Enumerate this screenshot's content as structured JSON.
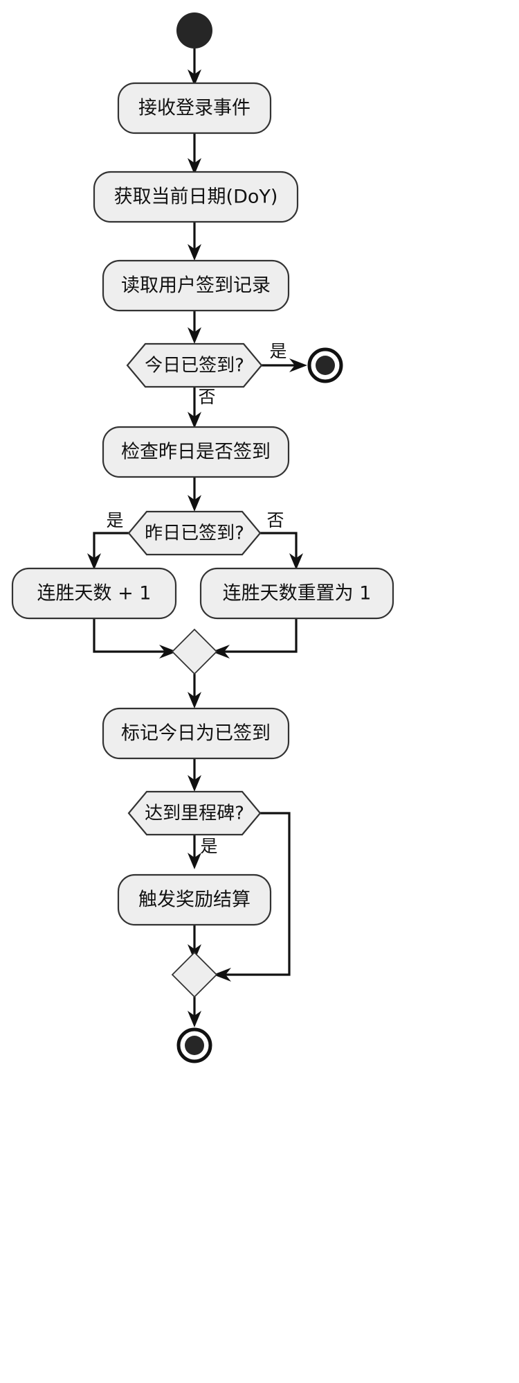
{
  "diagram": {
    "type": "flowchart",
    "orientation": "top-to-bottom",
    "background_color": "#ffffff",
    "node_fill_color": "#eeeeee",
    "node_stroke_color": "#333333",
    "edge_color": "#111111",
    "terminal_color": "#262626",
    "nodes": [
      {
        "id": "start",
        "shape": "filled-circle",
        "label": ""
      },
      {
        "id": "receive_login",
        "shape": "rounded-rect",
        "label": "接收登录事件"
      },
      {
        "id": "get_date",
        "shape": "rounded-rect",
        "label": "获取当前日期(DoY)"
      },
      {
        "id": "read_record",
        "shape": "rounded-rect",
        "label": "读取用户签到记录"
      },
      {
        "id": "checked_today",
        "shape": "hexagon",
        "label": "今日已签到?"
      },
      {
        "id": "end_early",
        "shape": "double-circle",
        "label": ""
      },
      {
        "id": "check_yesterday",
        "shape": "rounded-rect",
        "label": "检查昨日是否签到"
      },
      {
        "id": "checked_yesterday",
        "shape": "hexagon",
        "label": "昨日已签到?"
      },
      {
        "id": "streak_plus_one",
        "shape": "rounded-rect",
        "label": "连胜天数 + 1"
      },
      {
        "id": "streak_reset",
        "shape": "rounded-rect",
        "label": "连胜天数重置为 1"
      },
      {
        "id": "merge_streak",
        "shape": "diamond",
        "label": ""
      },
      {
        "id": "mark_today",
        "shape": "rounded-rect",
        "label": "标记今日为已签到"
      },
      {
        "id": "milestone",
        "shape": "hexagon",
        "label": "达到里程碑?"
      },
      {
        "id": "trigger_reward",
        "shape": "rounded-rect",
        "label": "触发奖励结算"
      },
      {
        "id": "merge_reward",
        "shape": "diamond",
        "label": ""
      },
      {
        "id": "end_final",
        "shape": "double-circle",
        "label": ""
      }
    ],
    "edges": [
      {
        "from": "start",
        "to": "receive_login",
        "label": ""
      },
      {
        "from": "receive_login",
        "to": "get_date",
        "label": ""
      },
      {
        "from": "get_date",
        "to": "read_record",
        "label": ""
      },
      {
        "from": "read_record",
        "to": "checked_today",
        "label": ""
      },
      {
        "from": "checked_today",
        "to": "end_early",
        "label": "是"
      },
      {
        "from": "checked_today",
        "to": "check_yesterday",
        "label": "否"
      },
      {
        "from": "check_yesterday",
        "to": "checked_yesterday",
        "label": ""
      },
      {
        "from": "checked_yesterday",
        "to": "streak_plus_one",
        "label": "是"
      },
      {
        "from": "checked_yesterday",
        "to": "streak_reset",
        "label": "否"
      },
      {
        "from": "streak_plus_one",
        "to": "merge_streak",
        "label": ""
      },
      {
        "from": "streak_reset",
        "to": "merge_streak",
        "label": ""
      },
      {
        "from": "merge_streak",
        "to": "mark_today",
        "label": ""
      },
      {
        "from": "mark_today",
        "to": "milestone",
        "label": ""
      },
      {
        "from": "milestone",
        "to": "trigger_reward",
        "label": "是"
      },
      {
        "from": "milestone",
        "to": "merge_reward",
        "label": ""
      },
      {
        "from": "trigger_reward",
        "to": "merge_reward",
        "label": ""
      },
      {
        "from": "merge_reward",
        "to": "end_final",
        "label": ""
      }
    ],
    "edge_labels": {
      "checked_today_yes": "是",
      "checked_today_no": "否",
      "checked_yesterday_yes": "是",
      "checked_yesterday_no": "否",
      "milestone_yes": "是"
    }
  }
}
